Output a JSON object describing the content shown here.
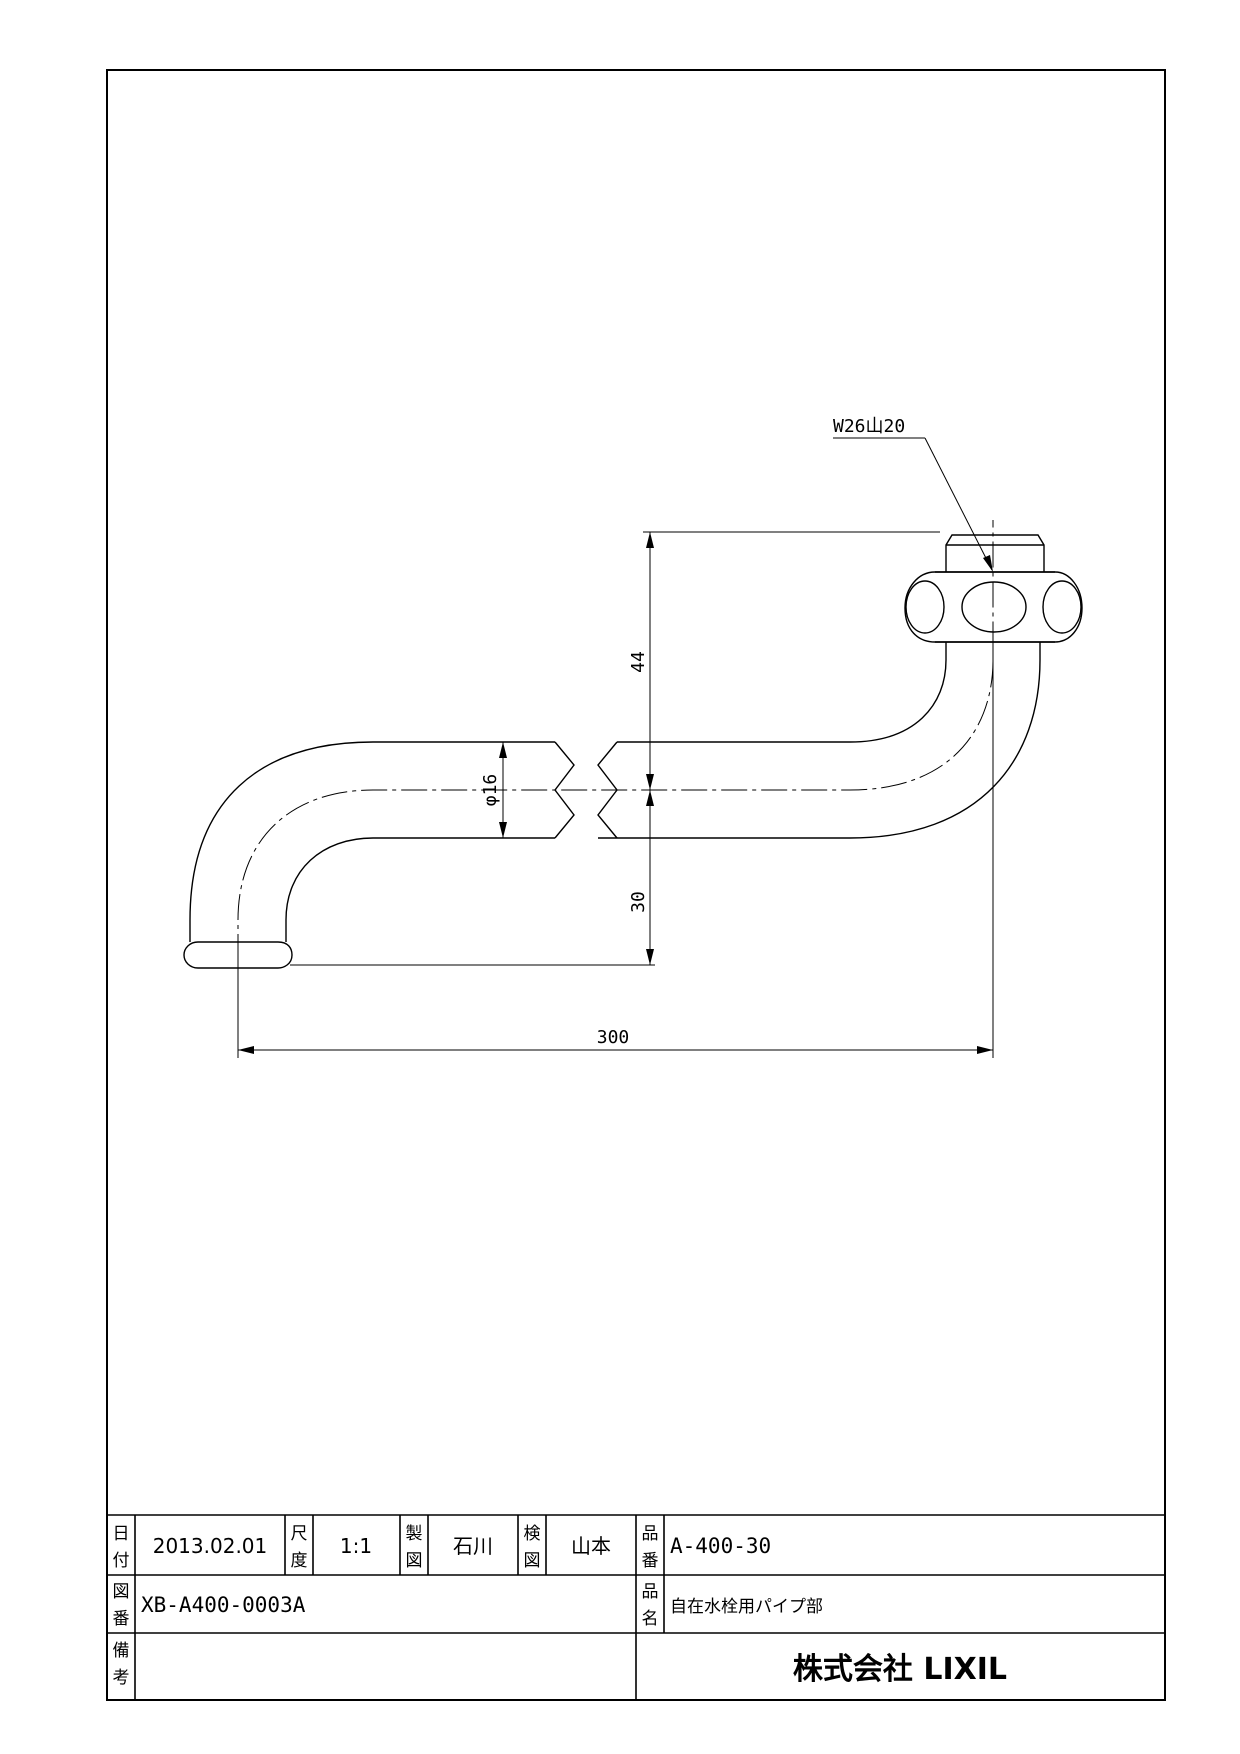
{
  "drawing": {
    "thread_callout": "W26山20",
    "dimensions": {
      "overall_length": "300",
      "upper_offset": "44",
      "lower_offset": "30",
      "pipe_diameter": "φ16"
    }
  },
  "title_block": {
    "date_label_1": "日",
    "date_label_2": "付",
    "date": "2013.02.01",
    "scale_label_1": "尺",
    "scale_label_2": "度",
    "scale": "1:1",
    "drawn_label_1": "製",
    "drawn_label_2": "図",
    "drawn_by": "石川",
    "checked_label_1": "検",
    "checked_label_2": "図",
    "checked_by": "山本",
    "part_no_label_1": "品",
    "part_no_label_2": "番",
    "part_no": "A-400-30",
    "drawing_no_label_1": "図",
    "drawing_no_label_2": "番",
    "drawing_no": "XB-A400-0003A",
    "part_name_label_1": "品",
    "part_name_label_2": "名",
    "part_name": "自在水栓用パイプ部",
    "remarks_label_1": "備",
    "remarks_label_2": "考",
    "company": "株式会社 LIXIL"
  }
}
